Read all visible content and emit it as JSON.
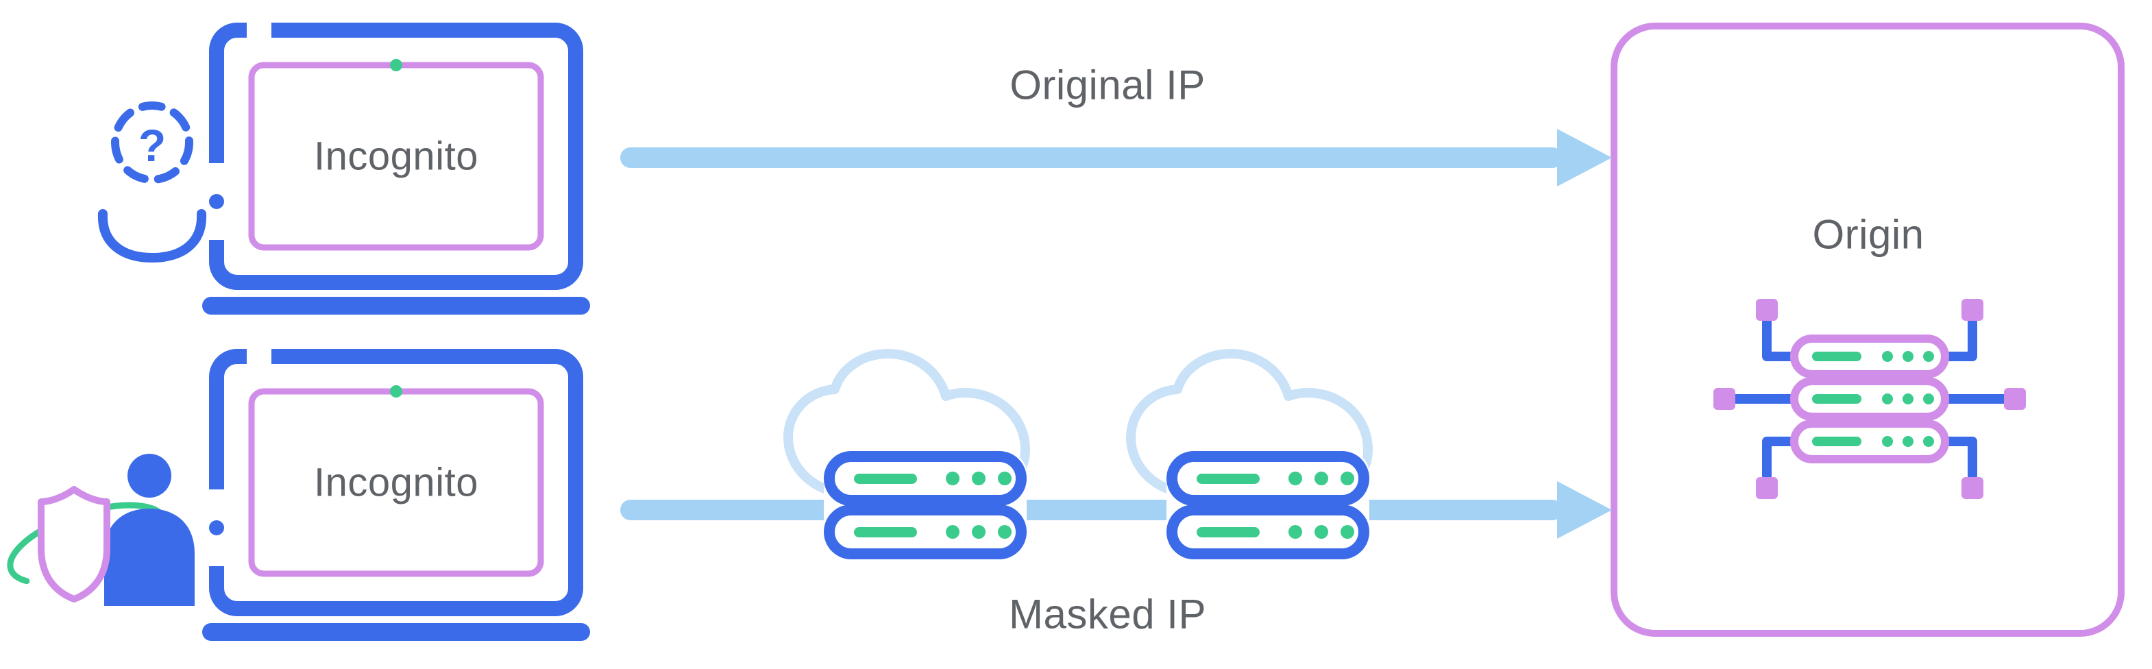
{
  "diagram": {
    "title_context": "Incognito IP protection diagram",
    "labels": {
      "incognito_top": "Incognito",
      "incognito_bottom": "Incognito",
      "original_ip": "Original IP",
      "masked_ip": "Masked IP",
      "origin": "Origin",
      "question_mark": "?"
    },
    "icons": {
      "anonymous_user_icon": "dashed-circle-question-user",
      "protected_user_icon": "shield-user",
      "laptop_top_icon": "laptop-incognito",
      "laptop_bottom_icon": "laptop-incognito",
      "proxy_cloud_icon_1": "cloud-proxy-server",
      "proxy_cloud_icon_2": "cloud-proxy-server",
      "origin_server_icon": "network-server-hub",
      "original_ip_arrow": "arrow-right",
      "masked_ip_arrow": "arrow-right"
    },
    "colors": {
      "blue": "#3B6BE8",
      "arrow_blue": "#A3D2F4",
      "cloud_blue": "#C9E2F8",
      "purple": "#D18EE8",
      "green": "#3BCB8D",
      "text_gray": "#5F6368",
      "background": "#FFFFFF"
    }
  }
}
